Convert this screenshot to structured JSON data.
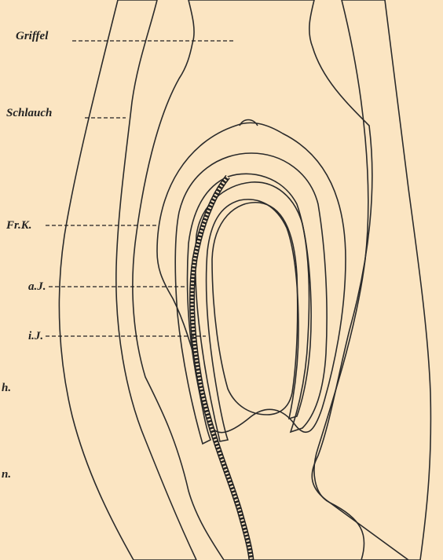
{
  "figure": {
    "background": "#fbe5c2",
    "ink": "#222222",
    "labels": {
      "griffel": "Griffel",
      "schlauch": "Schlauch",
      "frk": "Fr.K.",
      "aj": "a.J.",
      "ij": "i.J.",
      "h": "h.",
      "n": "n."
    }
  }
}
